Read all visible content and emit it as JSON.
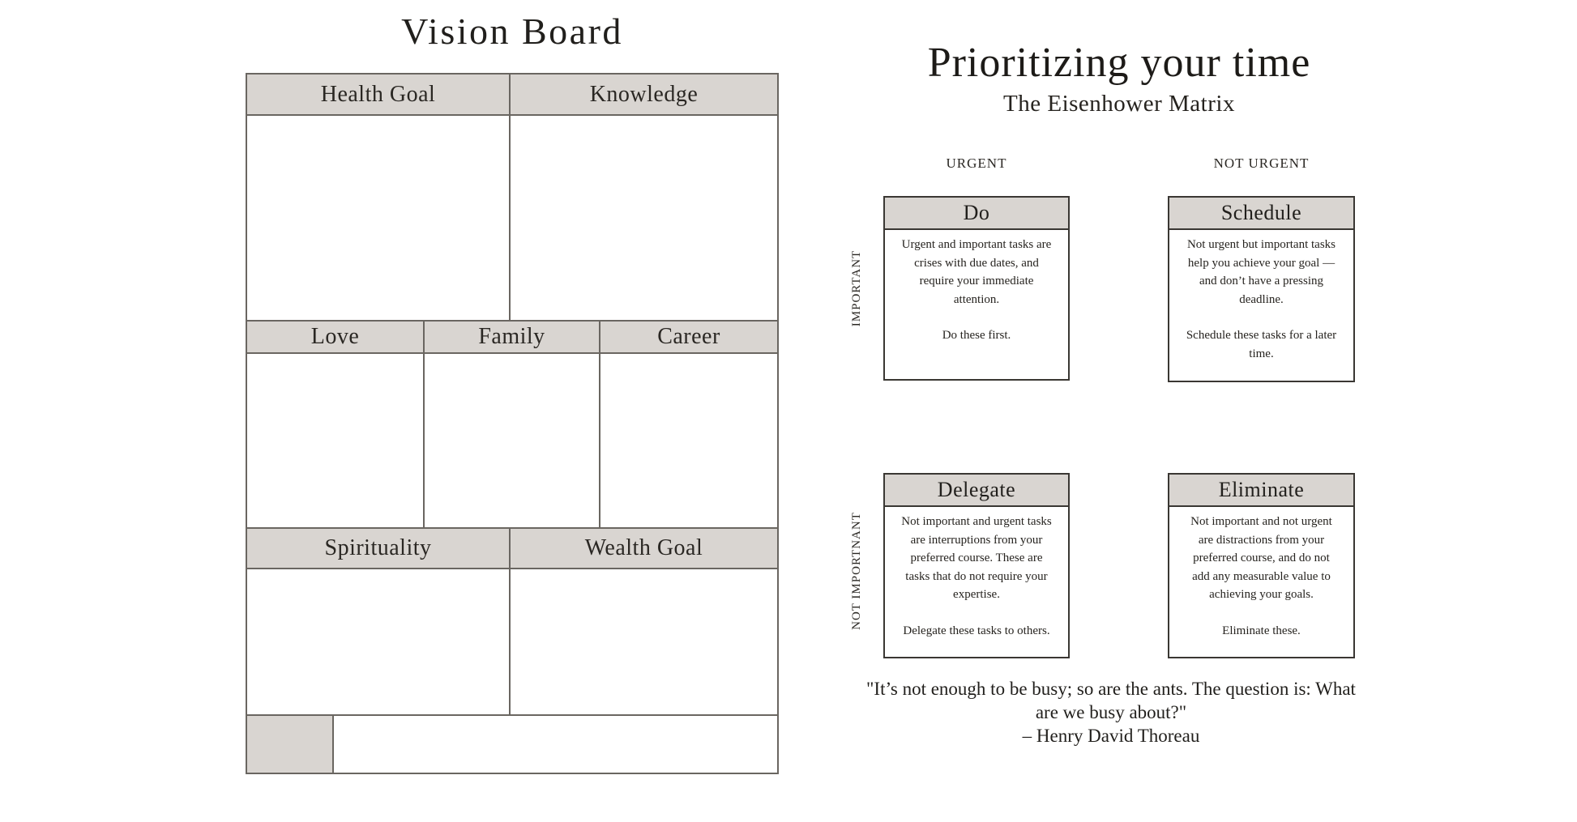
{
  "colors": {
    "background": "#ffffff",
    "header_fill": "#d9d5d1",
    "table_line": "#6a6661",
    "box_border": "#3a3733",
    "text": "#26231f"
  },
  "vision_board": {
    "title": "Vision Board",
    "row1": {
      "left": "Health Goal",
      "right": "Knowledge"
    },
    "row2": {
      "left": "Love",
      "middle": "Family",
      "right": "Career"
    },
    "row3": {
      "left": "Spirituality",
      "right": "Wealth Goal"
    }
  },
  "matrix": {
    "title": "Prioritizing your time",
    "subtitle": "The Eisenhower Matrix",
    "column_labels": {
      "urgent": "URGENT",
      "not_urgent": "NOT URGENT"
    },
    "row_labels": {
      "important": "IMPORTANT",
      "not_important": "NOT IMPORTNANT"
    },
    "quadrants": [
      {
        "title": "Do",
        "body": "Urgent and important tasks are\ncrises with due dates, and\nrequire your immediate\nattention.",
        "action": "Do these first."
      },
      {
        "title": "Schedule",
        "body": "Not urgent but important tasks\nhelp you achieve your goal —\nand don’t have a pressing\ndeadline.",
        "action": "Schedule these tasks for a later time."
      },
      {
        "title": "Delegate",
        "body": "Not important and urgent tasks\nare interruptions from your\npreferred course. These are\ntasks that do not require your\nexpertise.",
        "action": "Delegate these tasks to others."
      },
      {
        "title": "Eliminate",
        "body": "Not important and not urgent\nare distractions from your\npreferred course, and do not\nadd any measurable value to\nachieving your goals.",
        "action": "Eliminate these."
      }
    ],
    "quote": {
      "lines": [
        "\"It’s not enough to be busy; so are the ants. The question is: What",
        "are we busy about?\"",
        "– Henry David Thoreau"
      ]
    }
  }
}
